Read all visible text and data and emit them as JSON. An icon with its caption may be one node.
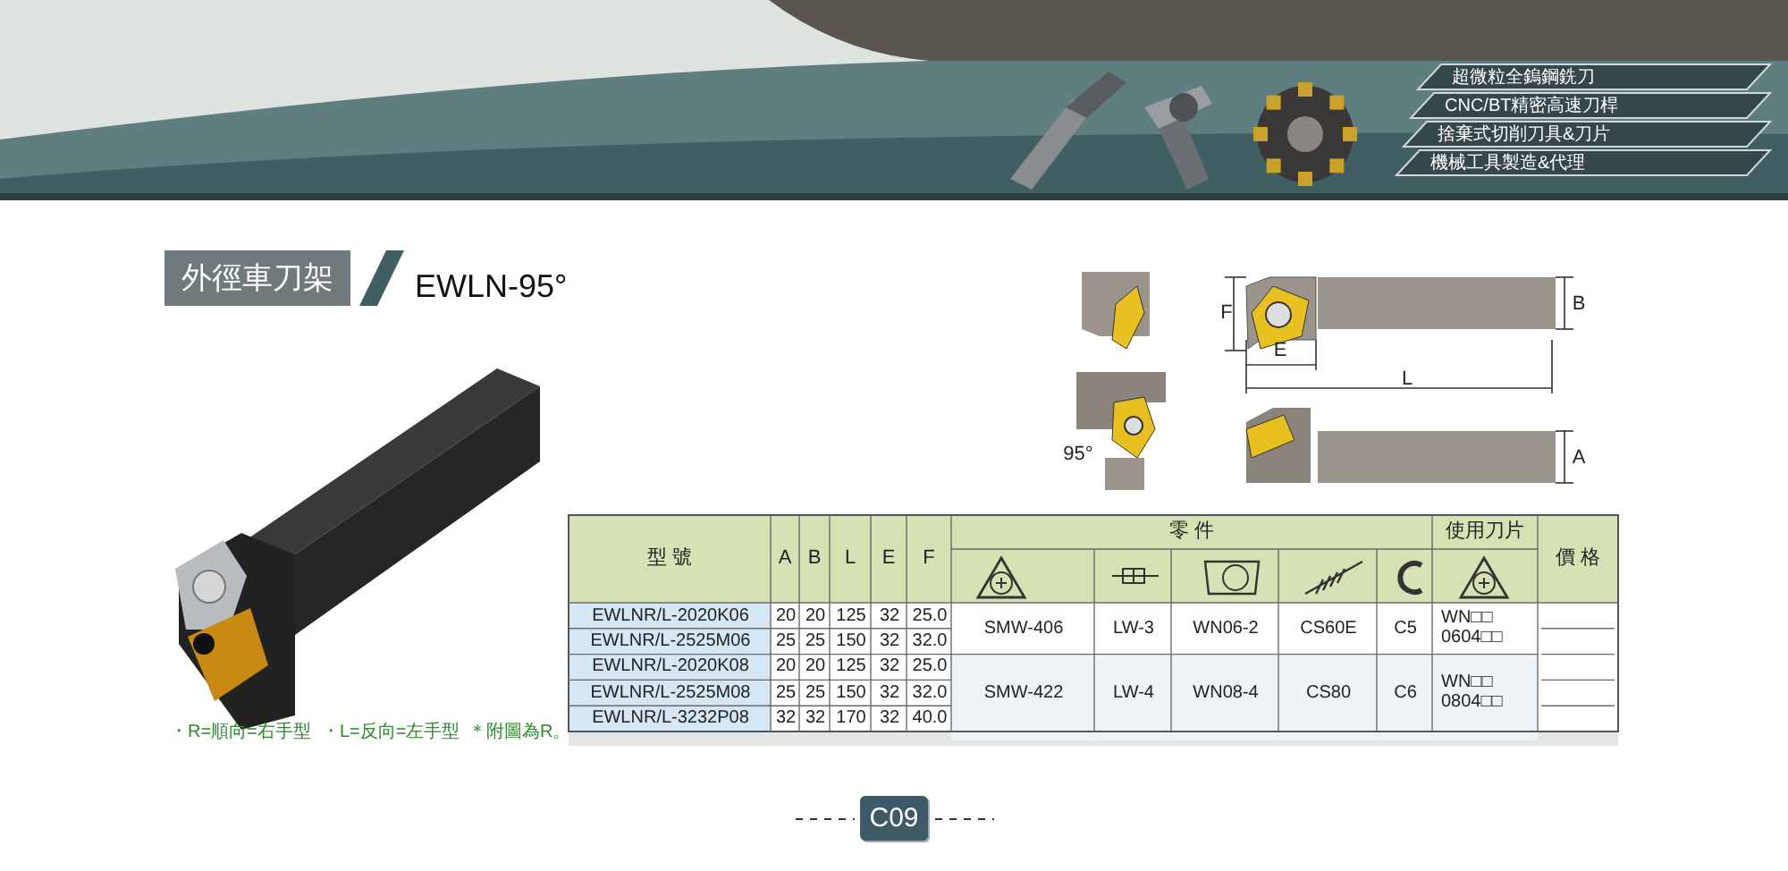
{
  "diagram": {
    "title": "外徑車刀架",
    "labels": [
      "超微粒全鎢鋼銑刀",
      "CNC/BT精密高速刀桿",
      "捨棄式切削刀具&刀片",
      "機械工具製造&代理",
      "EWLN-95°",
      "F",
      "B",
      "E",
      "L",
      "95°",
      "A",
      "型 號",
      "A",
      "B",
      "L",
      "E",
      "F",
      "零 件",
      "使用刀片",
      "價 格",
      "EWLNR/L-2020K06",
      "20",
      "20",
      "125",
      "32",
      "25.0",
      "SMW-406",
      "LW-3",
      "WN06-2",
      "CS60E",
      "C5",
      "WN□□ 0604□□",
      "EWLNR/L-2525M06",
      "25",
      "25",
      "150",
      "32",
      "32.0",
      "EWLNR/L-2020K08",
      "20",
      "20",
      "125",
      "32",
      "25.0",
      "SMW-422",
      "LW-4",
      "WN08-4",
      "CS80",
      "C6",
      "WN□□ 0804□□",
      "EWLNR/L-2525M08",
      "25",
      "25",
      "150",
      "32",
      "32.0",
      "EWLNR/L-3232P08",
      "32",
      "32",
      "170",
      "32",
      "40.0",
      "・R=順向=右手型",
      "・L=反向=左手型",
      "＊附圖為R。",
      "C09"
    ]
  }
}
